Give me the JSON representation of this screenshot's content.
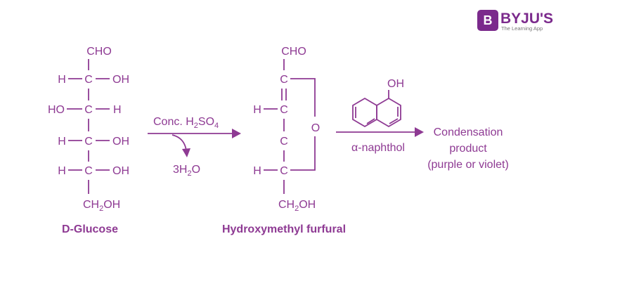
{
  "logo": {
    "brand": "BYJU'S",
    "tagline": "The Learning App",
    "letter": "B"
  },
  "glucose": {
    "top": "CHO",
    "rows": [
      {
        "left": "H",
        "center": "C",
        "right": "OH"
      },
      {
        "left": "HO",
        "center": "C",
        "right": "H"
      },
      {
        "left": "H",
        "center": "C",
        "right": "OH"
      },
      {
        "left": "H",
        "center": "C",
        "right": "OH"
      }
    ],
    "bottom_a": "CH",
    "bottom_sub": "2",
    "bottom_b": "OH",
    "label": "D-Glucose"
  },
  "reaction1": {
    "reagent_a": "Conc. H",
    "reagent_sub1": "2",
    "reagent_b": "SO",
    "reagent_sub2": "4",
    "byproduct_a": "3H",
    "byproduct_sub": "2",
    "byproduct_b": "O"
  },
  "hmf": {
    "top": "CHO",
    "c1": "C",
    "c2": "C",
    "c3": "C",
    "c4": "C",
    "h2": "H",
    "h4": "H",
    "ring_o": "O",
    "bottom_a": "CH",
    "bottom_sub": "2",
    "bottom_b": "OH",
    "label": "Hydroxymethyl furfural"
  },
  "reaction2": {
    "reagent_oh": "OH",
    "reagent_label": "α-naphthol"
  },
  "product": {
    "line1": "Condensation",
    "line2": "product",
    "line3": "(purple or violet)"
  },
  "colors": {
    "primary": "#8e3a93",
    "logo": "#7b2a8c"
  }
}
